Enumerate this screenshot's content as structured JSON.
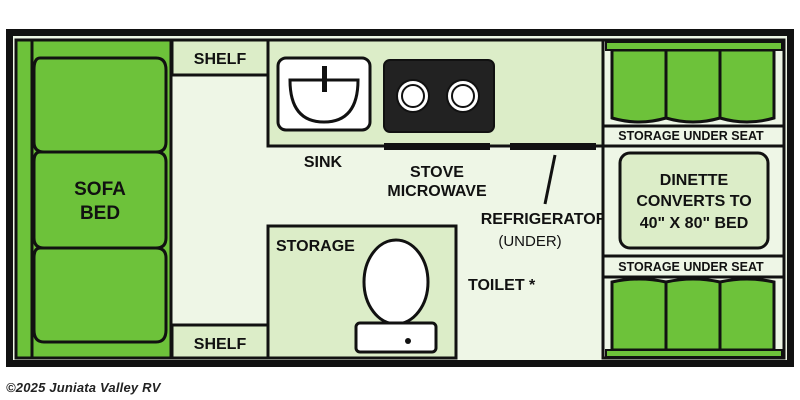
{
  "labels": {
    "shelf_top": "SHELF",
    "shelf_bottom": "SHELF",
    "sofa_line1": "SOFA",
    "sofa_line2": "BED",
    "sink": "SINK",
    "stove_line1": "STOVE",
    "stove_line2": "MICROWAVE",
    "refrigerator": "REFRIGERATOR",
    "refrigerator_note": "(UNDER)",
    "storage": "STORAGE",
    "toilet": "TOILET *",
    "storage_under_seat_top": "STORAGE UNDER SEAT",
    "storage_under_seat_bottom": "STORAGE UNDER SEAT",
    "dinette_line1": "DINETTE",
    "dinette_line2": "CONVERTS TO",
    "dinette_line3": "40\" X 80\" BED"
  },
  "footer": {
    "copyright": "©2025 Juniata Valley RV"
  },
  "colors": {
    "outline": "#111111",
    "floor": "#eef6e6",
    "green": "#6dc23a",
    "green_light": "#dcedc8"
  }
}
